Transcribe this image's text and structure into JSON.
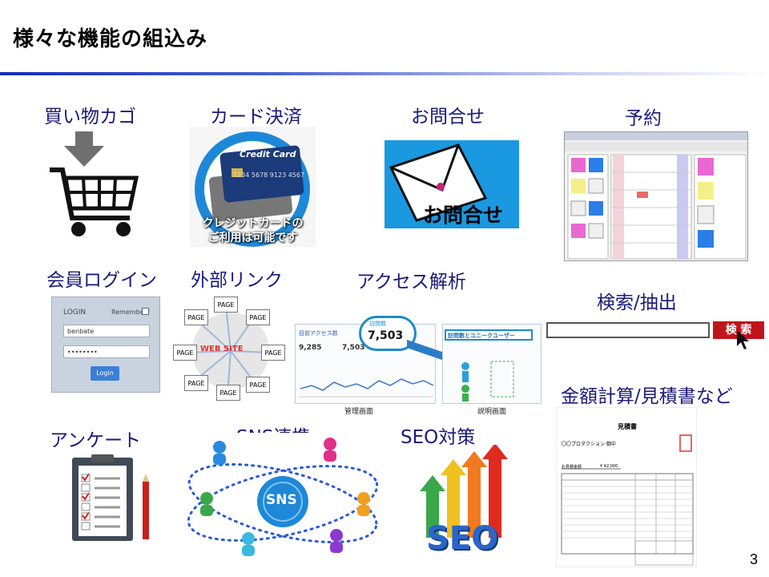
{
  "slide": {
    "title": "様々な機能の組込み",
    "page_number": "3"
  },
  "features": {
    "cart": "買い物カゴ",
    "card": "カード決済",
    "contact": "お問合せ",
    "reservation": "予約",
    "login": "会員ログイン",
    "external": "外部リンク",
    "analytics": "アクセス解析",
    "search": "検索/抽出",
    "estimate": "金額計算/見積書など",
    "survey": "アンケート",
    "sns": "SNS連携",
    "seo": "SEO対策"
  },
  "card_image": {
    "brand": "Credit Card",
    "number": "1234 5678 9123 4567",
    "caption_line1": "クレジットカードの",
    "caption_line2": "ご利用は可能です"
  },
  "contact_image": {
    "text": "お問合せ"
  },
  "login_form": {
    "title": "LOGIN",
    "remember": "Remember?",
    "username": "benbate",
    "password": "••••••••",
    "button": "Login"
  },
  "external_diagram": {
    "center": "WEB SITE",
    "node": "PAGE"
  },
  "analytics_image": {
    "left_title": "目前アクセス数",
    "left_value1": "9,285",
    "left_value2": "7,503",
    "bubble_label": "訪問数",
    "bubble_value": "7,503",
    "right_title": "訪問数とユニークユーザー",
    "caption_left": "管理画面",
    "caption_right": "説明画面"
  },
  "search_ui": {
    "button": "検 索"
  },
  "estimate_doc": {
    "title": "見積書",
    "company": "〇〇プロダクション 御中",
    "total_label": "お見積金額",
    "total_value": "¥ 42,000"
  },
  "sns_image": {
    "center": "SNS"
  },
  "seo_image": {
    "text": "SEO"
  },
  "colors": {
    "title_rule": "#1a2bb5",
    "label": "#1a1a7a",
    "search_button": "#c0141c",
    "card_circle": "#1e88d8"
  }
}
